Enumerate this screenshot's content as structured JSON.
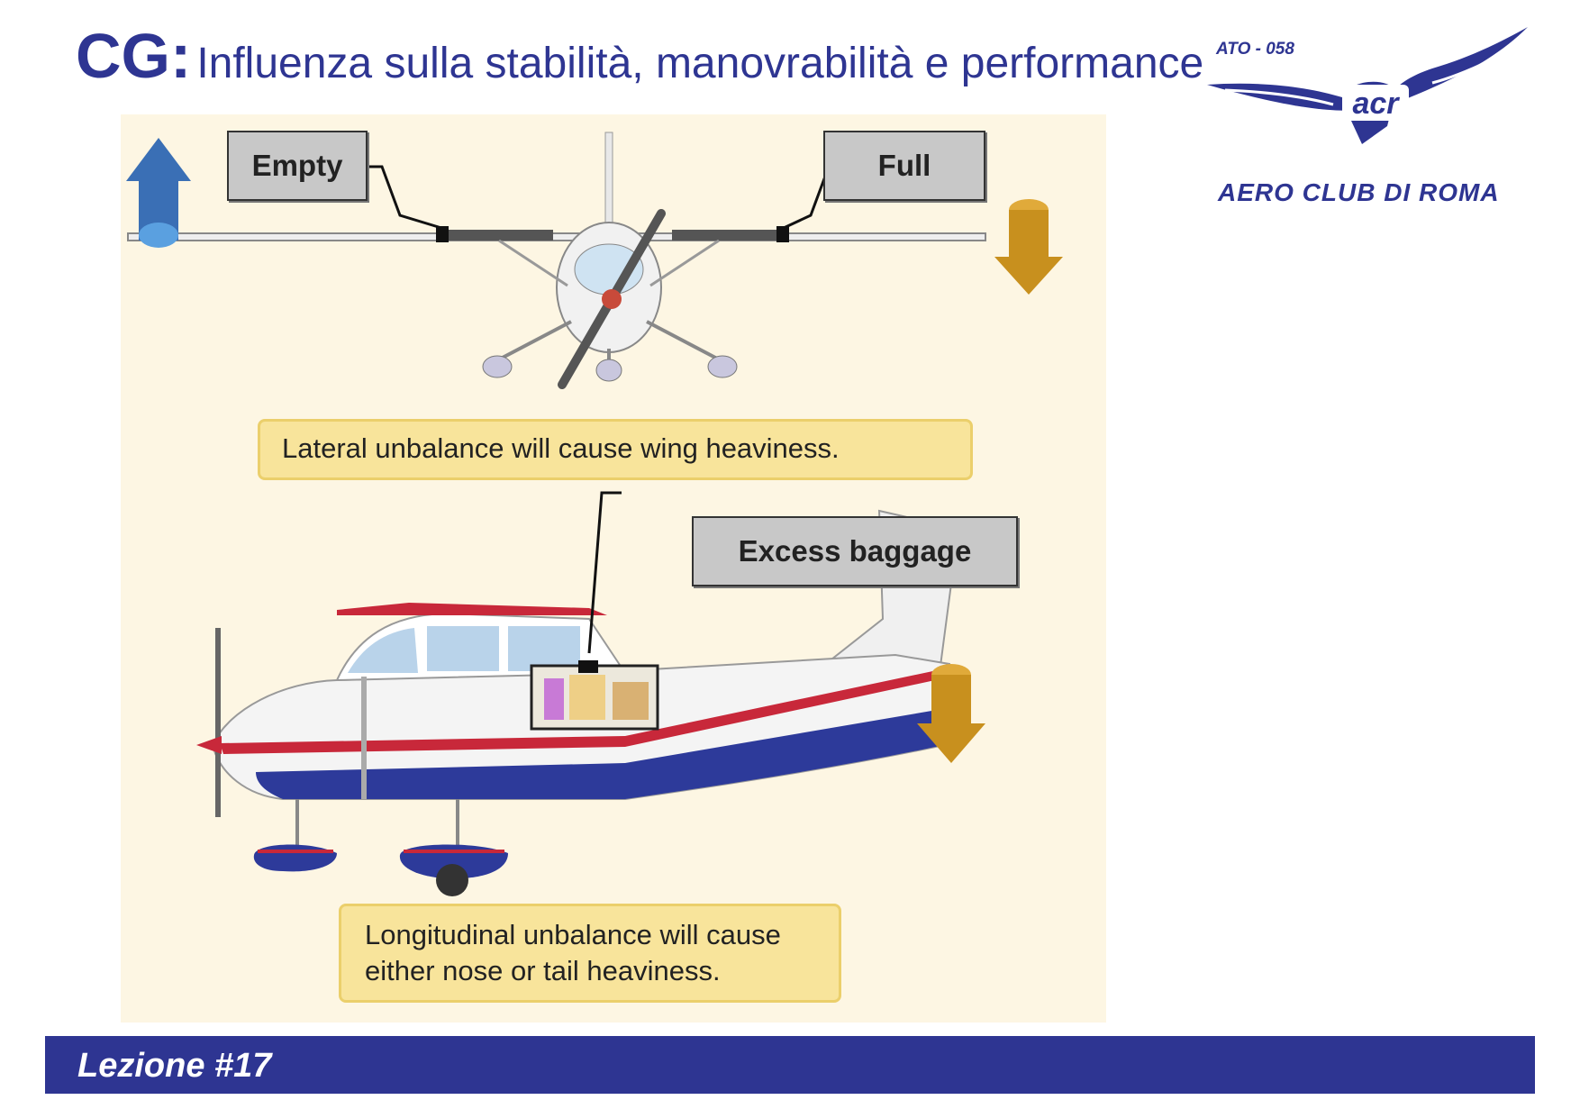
{
  "header": {
    "title_bold": "CG:",
    "title_rest": "Influenza sulla stabilità, manovrabilità e performance",
    "ato_code": "ATO - 058"
  },
  "logo": {
    "name": "AERO CLUB DI ROMA",
    "monogram": "acr",
    "color": "#2e3592"
  },
  "diagram": {
    "labels": {
      "empty": "Empty",
      "full": "Full",
      "excess_baggage": "Excess baggage"
    },
    "captions": {
      "lateral": "Lateral unbalance will cause wing heaviness.",
      "longitudinal_line1": "Longitudinal unbalance will cause",
      "longitudinal_line2": "either nose or tail heaviness."
    },
    "colors": {
      "background": "#fdf6e3",
      "up_arrow": "#3a6fb5",
      "down_arrow": "#c8901e",
      "caption_fill": "#f8e49b",
      "label_fill": "#c8c8c8"
    }
  },
  "footer": {
    "lesson": "Lezione #17",
    "color": "#2e3592"
  }
}
